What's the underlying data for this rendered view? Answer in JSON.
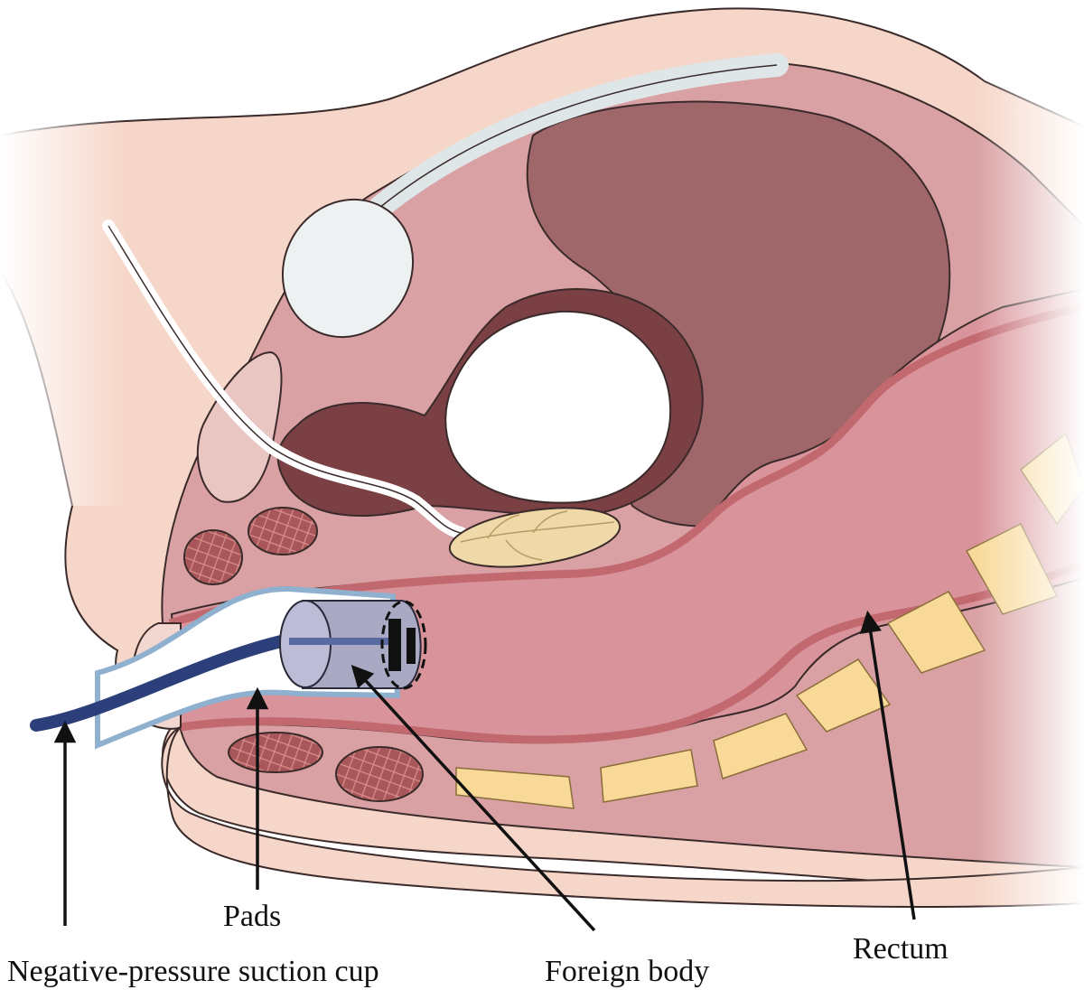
{
  "labels": {
    "pads": "Pads",
    "suction_cup": "Negative-pressure suction cup",
    "foreign_body": "Foreign body",
    "rectum": "Rectum"
  },
  "colors": {
    "skin": "#f6d6c8",
    "tissue": "#d9a1a3",
    "deep_tissue": "#a0676a",
    "dark_organ": "#7a4044",
    "rectal_wall": "#c26970",
    "bone": "#f8d998",
    "bladder_tube": "#dfe6e8",
    "cup_body": "#a9a9c4",
    "catheter": "#2d3f7a",
    "pad_outline": "#8fb0cf",
    "muscle": "#a8565a",
    "arrow": "#111111"
  }
}
